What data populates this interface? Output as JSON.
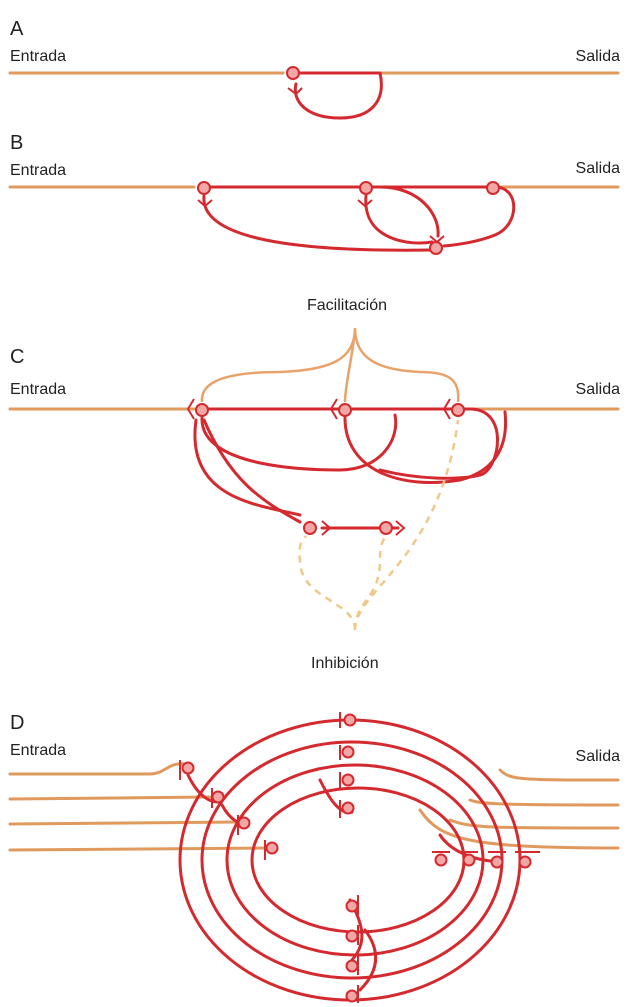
{
  "panels": [
    {
      "letter": "A",
      "input_label": "Entrada",
      "output_label": "Salida"
    },
    {
      "letter": "B",
      "input_label": "Entrada",
      "output_label": "Salida"
    },
    {
      "letter": "C",
      "input_label": "Entrada",
      "output_label": "Salida",
      "top_label": "Facilitación",
      "bottom_label": "Inhibición"
    },
    {
      "letter": "D",
      "input_label": "Entrada",
      "output_label": "Salida"
    }
  ],
  "colors": {
    "input_line": "#e09a5e",
    "neuron_pathway": "#d42a2f",
    "neuron_fill": "#f2a7a7",
    "inhibition": "#f0c98a",
    "facilitation": "#e8a36a"
  }
}
